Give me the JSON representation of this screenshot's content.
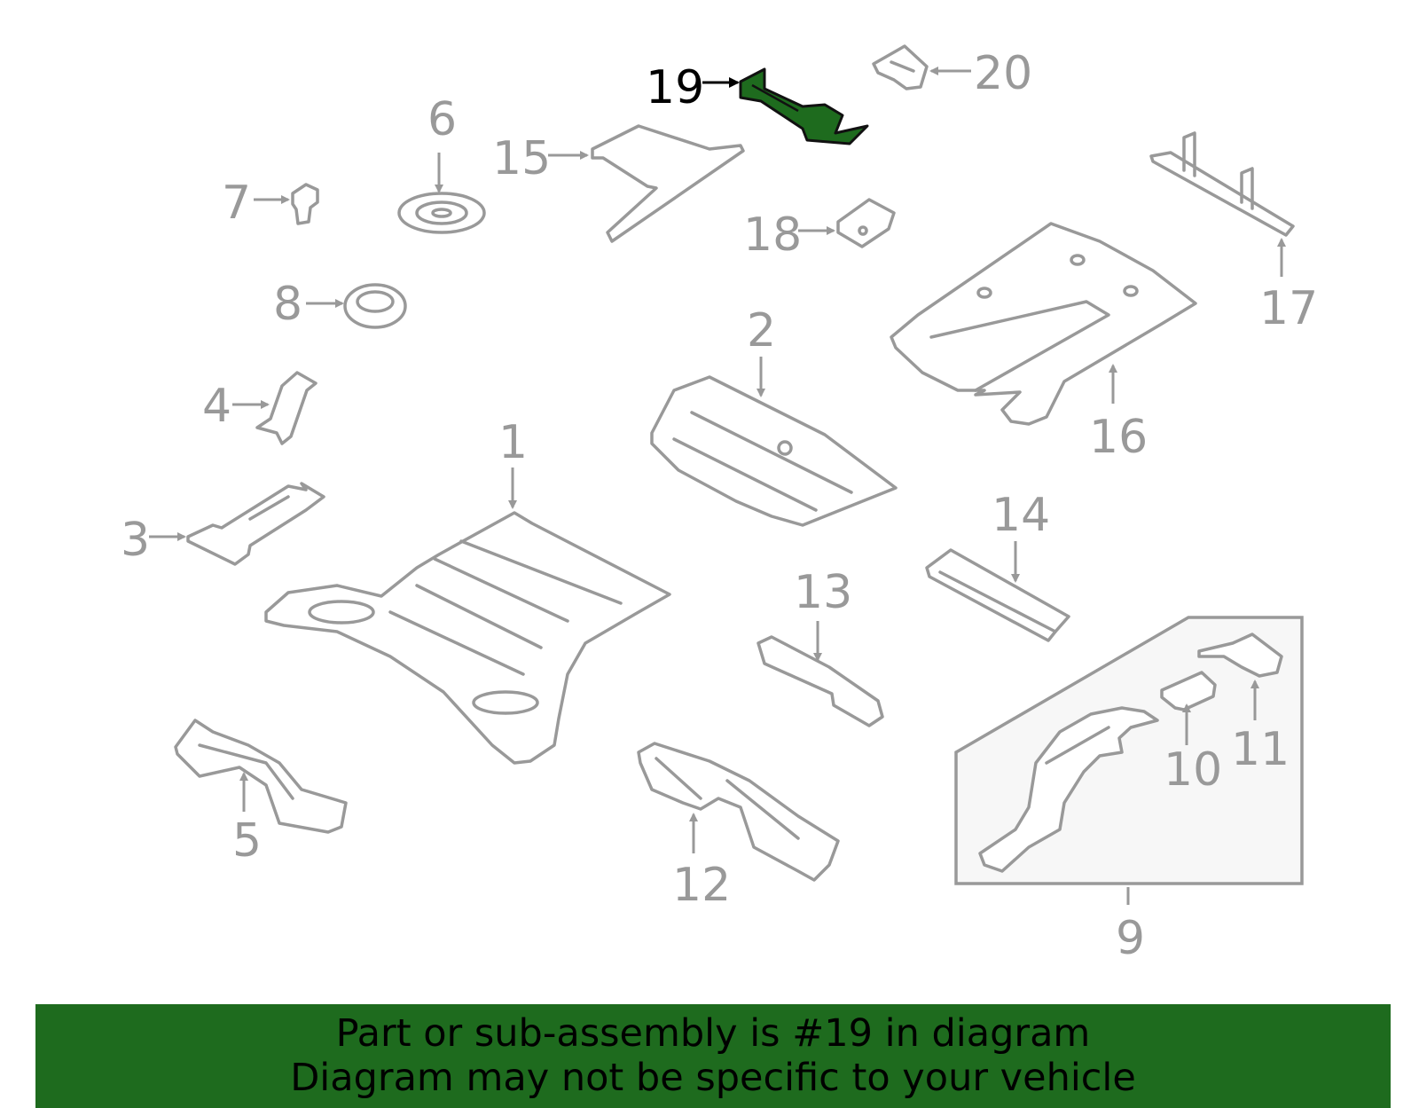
{
  "colors": {
    "banner": "#1e6b1e",
    "highlight": "#1e6b1e",
    "line": "#999999"
  },
  "callouts": {
    "c1": "1",
    "c2": "2",
    "c3": "3",
    "c4": "4",
    "c5": "5",
    "c6": "6",
    "c7": "7",
    "c8": "8",
    "c9": "9",
    "c10": "10",
    "c11": "11",
    "c12": "12",
    "c13": "13",
    "c14": "14",
    "c15": "15",
    "c16": "16",
    "c17": "17",
    "c18": "18",
    "c19": "19",
    "c20": "20"
  },
  "banner": {
    "line1": "Part or sub-assembly is #19 in diagram",
    "line2": "Diagram may not be specific to your vehicle"
  }
}
